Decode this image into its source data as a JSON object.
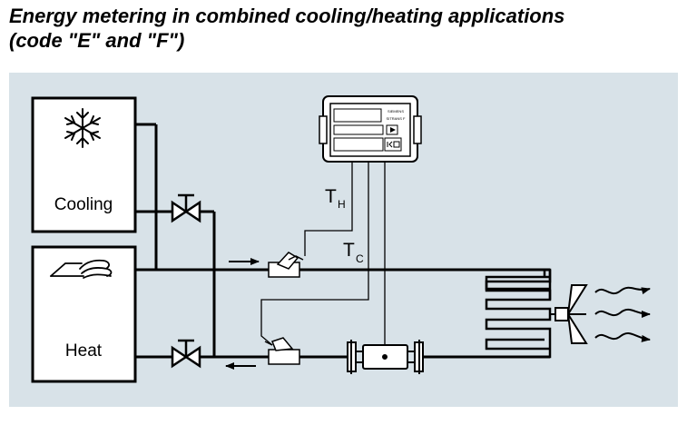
{
  "title": {
    "line1": "Energy metering in combined cooling/heating applications",
    "line2": "(code \"E\" and \"F\")"
  },
  "diagram": {
    "background_color": "#d8e2e8",
    "cooling_label": "Cooling",
    "heat_label": "Heat",
    "sensor_hot": {
      "main": "T",
      "sub": "H"
    },
    "sensor_cold": {
      "main": "T",
      "sub": "C"
    },
    "meter_display": {
      "brand": "SIEMENS",
      "model": "SITRANS F"
    },
    "icons": [
      "snowflake-icon",
      "boiler-flame-icon",
      "valve-icon",
      "fan-icon",
      "flow-arrow-icon"
    ]
  }
}
